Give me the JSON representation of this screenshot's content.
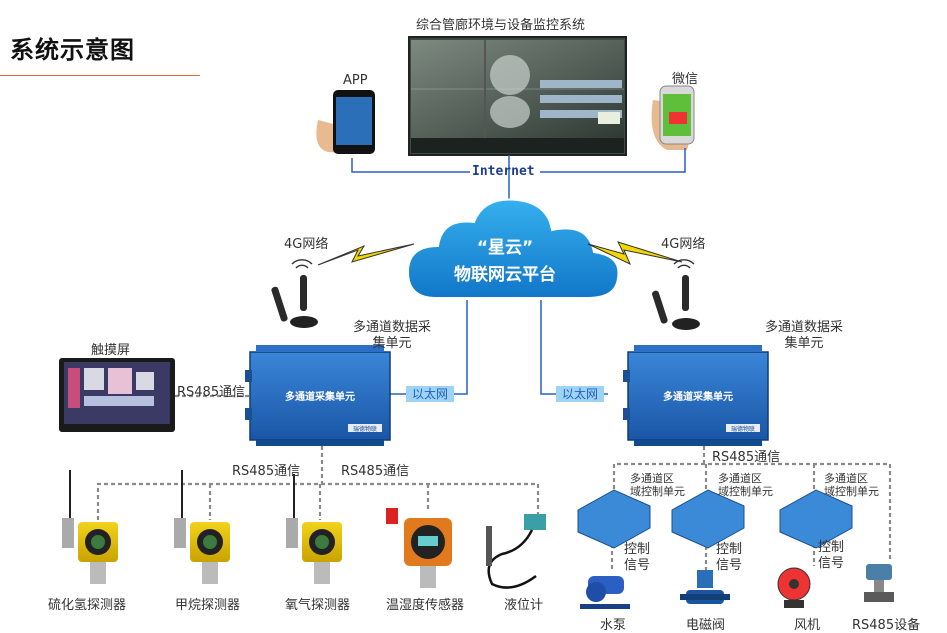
{
  "page_title": "系统示意图",
  "monitor": {
    "title": "综合管廊环境与设备监控系统"
  },
  "clients": {
    "app": "APP",
    "wechat": "微信"
  },
  "internet": "Internet",
  "cloud": {
    "line1": "“星云”",
    "line2": "物联网云平台"
  },
  "network": {
    "left": "4G网络",
    "right": "4G网络"
  },
  "ethernet": {
    "left": "以太网",
    "right": "以太网"
  },
  "daq": {
    "left_caption": [
      "多通道数据采",
      "集单元"
    ],
    "right_caption": [
      "多通道数据采",
      "集单元"
    ],
    "box_label": "多通道采集单元",
    "logo": "瑞德物联"
  },
  "touchscreen": {
    "label": "触摸屏"
  },
  "rs485": {
    "touch": "RS485通信",
    "bus_a": "RS485通信",
    "bus_b": "RS485通信",
    "bus_right": "RS485通信"
  },
  "sensors": [
    "硫化氢探测器",
    "甲烷探测器",
    "氧气探测器",
    "温湿度传感器",
    "液位计"
  ],
  "controllers": {
    "caption": [
      "多通道区",
      "域控制单元"
    ]
  },
  "control_signal": [
    "控制",
    "信号"
  ],
  "devices": [
    "水泵",
    "电磁阀",
    "风机",
    "RS485设备"
  ],
  "colors": {
    "box_blue": "#1c63b8",
    "cloud_blue": "#1589d6",
    "wire_gray": "#8a8a8a",
    "link_blue": "#2b5fc4",
    "accent": "#e06a3a"
  }
}
